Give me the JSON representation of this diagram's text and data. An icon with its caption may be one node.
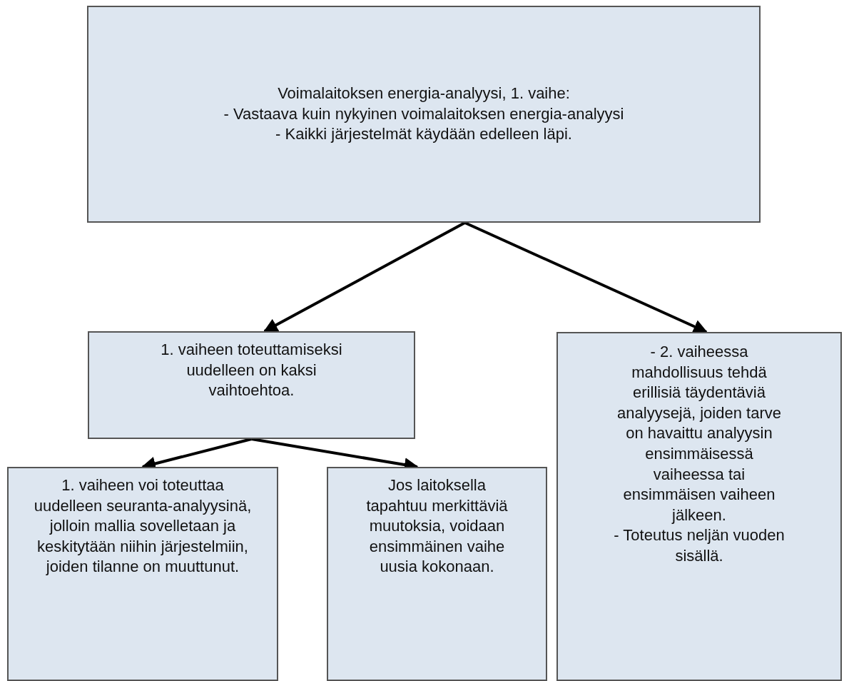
{
  "diagram": {
    "nodes": [
      {
        "text": [
          "Voimalaitoksen energia-analyysi, 1. vaihe:",
          "- Vastaava kuin nykyinen voimalaitoksen energia-analyysi",
          "- Kaikki järjestelmät käydään edelleen läpi."
        ]
      },
      {
        "text": [
          "1. vaiheen toteuttamiseksi uudelleen on kaksi vaihtoehtoa."
        ]
      },
      {
        "text": [
          "- 2. vaiheessa mahdollisuus tehdä erillisiä täydentäviä analyysejä, joiden tarve on havaittu analyysin ensimmäisessä vaiheessa tai ensimmäisen vaiheen jälkeen.",
          "- Toteutus neljän vuoden sisällä."
        ]
      },
      {
        "text": [
          "1. vaiheen voi toteuttaa uudelleen seuranta-analyysinä, jolloin mallia sovelletaan ja keskitytään niihin järjestelmiin, joiden tilanne on muuttunut."
        ]
      },
      {
        "text": [
          "Jos laitoksella tapahtuu merkittäviä muutoksia, voidaan ensimmäinen vaihe uusia kokonaan."
        ]
      }
    ],
    "edges": [
      {
        "from": 0,
        "to": 1,
        "arrow": "to"
      },
      {
        "from": 0,
        "to": 2,
        "arrow": "to"
      },
      {
        "from": 1,
        "to": 3,
        "arrow": "to"
      },
      {
        "from": 1,
        "to": 4,
        "arrow": "to"
      }
    ]
  }
}
